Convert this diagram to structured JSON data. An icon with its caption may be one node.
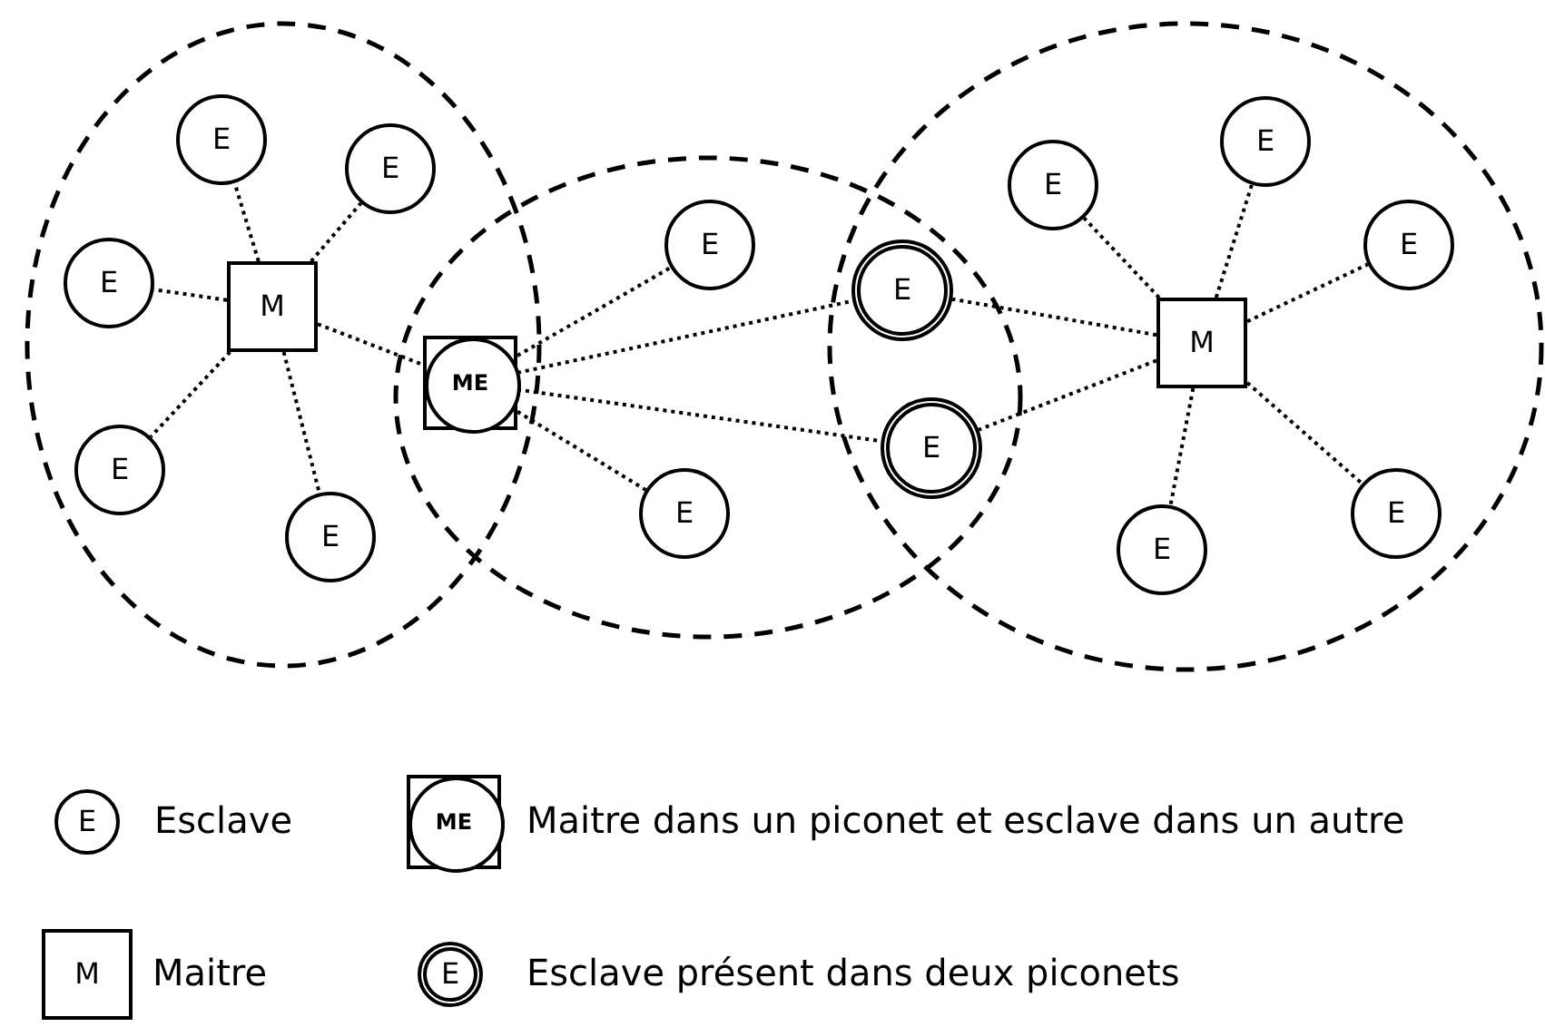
{
  "diagram": {
    "nodes": [
      {
        "text": [
          "E"
        ]
      },
      {
        "text": [
          "E"
        ]
      },
      {
        "text": [
          "E"
        ]
      },
      {
        "text": [
          "M"
        ]
      },
      {
        "text": [
          "E"
        ]
      },
      {
        "text": [
          "E"
        ]
      },
      {
        "text": [
          "ME"
        ]
      },
      {
        "text": [
          "E"
        ]
      },
      {
        "text": [
          "E"
        ]
      },
      {
        "text": [
          "E"
        ]
      },
      {
        "text": [
          "E"
        ]
      },
      {
        "text": [
          "E"
        ]
      },
      {
        "text": [
          "E"
        ]
      },
      {
        "text": [
          "E"
        ]
      },
      {
        "text": [
          "M"
        ]
      },
      {
        "text": [
          "E"
        ]
      },
      {
        "text": [
          "E"
        ]
      }
    ],
    "edges": [
      {
        "from": 3,
        "to": 0,
        "arrow": "none"
      },
      {
        "from": 3,
        "to": 1,
        "arrow": "none"
      },
      {
        "from": 3,
        "to": 2,
        "arrow": "none"
      },
      {
        "from": 3,
        "to": 4,
        "arrow": "none"
      },
      {
        "from": 3,
        "to": 5,
        "arrow": "none"
      },
      {
        "from": 3,
        "to": 6,
        "arrow": "none"
      },
      {
        "from": 6,
        "to": 7,
        "arrow": "none"
      },
      {
        "from": 6,
        "to": 9,
        "arrow": "none"
      },
      {
        "from": 6,
        "to": 10,
        "arrow": "none"
      },
      {
        "from": 6,
        "to": 8,
        "arrow": "none"
      },
      {
        "from": 14,
        "to": 11,
        "arrow": "none"
      },
      {
        "from": 14,
        "to": 12,
        "arrow": "none"
      },
      {
        "from": 14,
        "to": 13,
        "arrow": "none"
      },
      {
        "from": 14,
        "to": 9,
        "arrow": "none"
      },
      {
        "from": 14,
        "to": 10,
        "arrow": "none"
      },
      {
        "from": 14,
        "to": 15,
        "arrow": "none"
      },
      {
        "from": 14,
        "to": 16,
        "arrow": "none"
      }
    ],
    "labels": [
      "E",
      "ME",
      "M",
      "E"
    ],
    "legend": [
      {
        "text": "Esclave"
      },
      {
        "text": "Maitre dans un piconet et esclave dans un autre"
      },
      {
        "text": "Maitre"
      },
      {
        "text": "Esclave présent dans deux piconets"
      }
    ]
  }
}
